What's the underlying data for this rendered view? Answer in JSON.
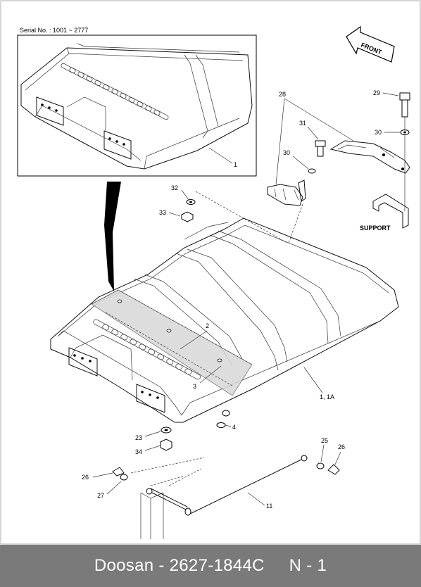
{
  "inset": {
    "serial": "Serial No. : 1001 ~ 2777"
  },
  "arrow": {
    "text": "FRONT"
  },
  "support": {
    "text": "SUPPORT"
  },
  "callouts": {
    "c1": "1",
    "c1a": "1, 1A",
    "c2": "2",
    "c3": "3",
    "c4": "4",
    "c11": "11",
    "c23": "23",
    "c25": "25",
    "c26a": "26",
    "c26b": "26",
    "c27": "27",
    "c28": "28",
    "c29": "29",
    "c30a": "30",
    "c30b": "30",
    "c31": "31",
    "c32": "32",
    "c33": "33",
    "c34": "34"
  },
  "footer": {
    "brand": "Doosan",
    "part": "2627-1844C",
    "page": "N - 1"
  }
}
